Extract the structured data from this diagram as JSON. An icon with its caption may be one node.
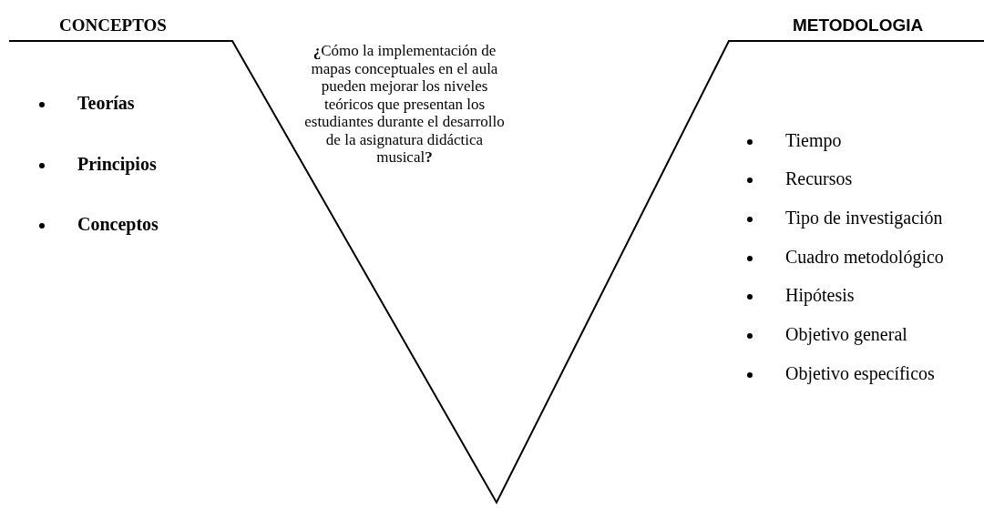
{
  "diagram": {
    "labels": [
      "CONCEPTOS",
      "METODOLOGIA",
      "**¿**Cómo la implementación de mapas conceptuales en el aula pueden mejorar los niveles teóricos que presentan los estudiantes durante el desarrollo de la asignatura didáctica musical**?**",
      "Teorías",
      "Principios",
      "Conceptos",
      "Tiempo",
      "Recursos",
      "Tipo de investigación",
      "Cuadro metodológico",
      "Hipótesis",
      "Objetivo general",
      "Objetivo específicos"
    ]
  }
}
